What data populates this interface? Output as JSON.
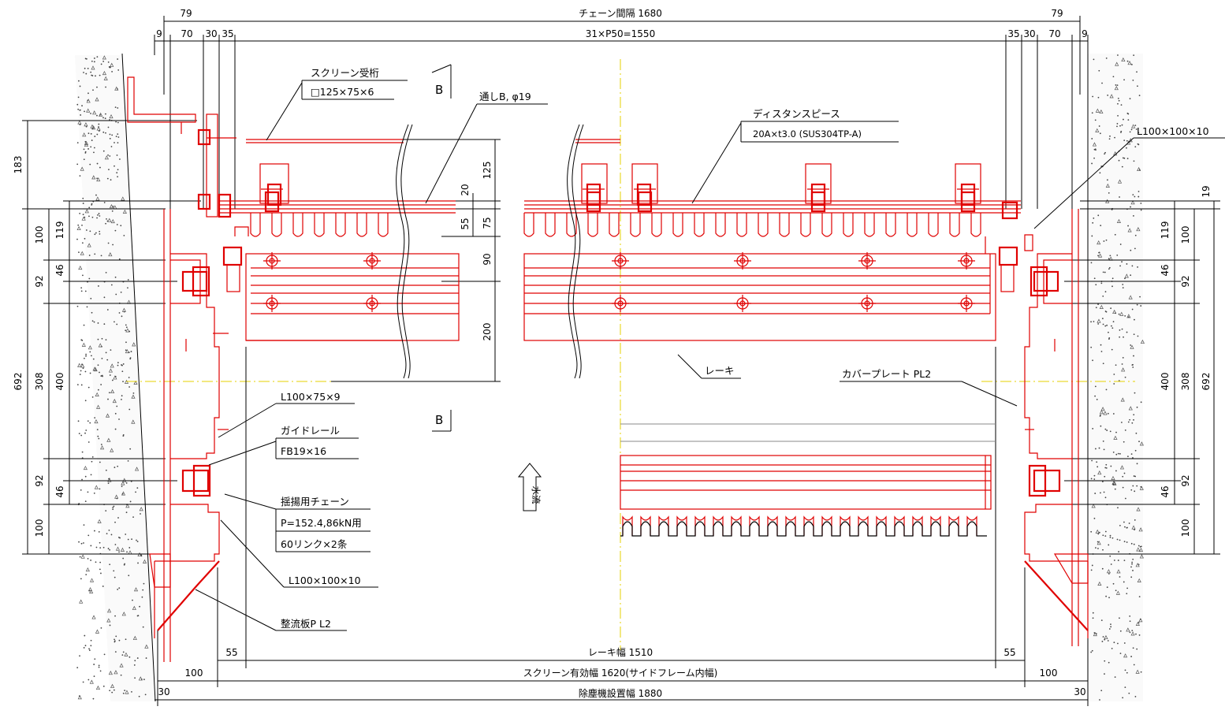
{
  "dimensions": {
    "chain_pitch": "チェーン間隔 1680",
    "pitch_total": "31×P50=1550",
    "top_79_left": "79",
    "top_79_right": "79",
    "top_9_left": "9",
    "top_70_left": "70",
    "top_30_left": "30",
    "top_35_left": "35",
    "top_35_right": "35",
    "top_30_right": "30",
    "top_70_right": "70",
    "top_9_right": "9",
    "rake_width": "レーキ幅 1510",
    "rake_55_left": "55",
    "rake_55_right": "55",
    "effective_width": "スクリーン有効幅 1620(サイドフレーム内幅)",
    "eff_100_left": "100",
    "eff_100_right": "100",
    "install_width": "除塵機設置幅 1880",
    "inst_30_left": "30",
    "inst_30_right": "30",
    "left_183": "183",
    "left_100a": "100",
    "left_119": "119",
    "left_46a": "46",
    "left_92a": "92",
    "left_692": "692",
    "left_308": "308",
    "left_400": "400",
    "left_92b": "92",
    "left_46b": "46",
    "left_100b": "100",
    "mid_125": "125",
    "mid_20": "20",
    "mid_75": "75",
    "mid_55": "55",
    "mid_90": "90",
    "mid_200": "200",
    "right_19": "19",
    "right_119": "119",
    "right_100a": "100",
    "right_46a": "46",
    "right_92a": "92",
    "right_400": "400",
    "right_308": "308",
    "right_692": "692",
    "right_92b": "92",
    "right_46b": "46",
    "right_100b": "100"
  },
  "labels": {
    "screen_girder": "スクリーン受桁",
    "screen_girder_spec": "□125×75×6",
    "section_b": "B",
    "section_b2": "B",
    "through_bolt": "通しB, φ19",
    "distance_piece": "ディスタンスピース",
    "distance_piece_spec": "20A×t3.0 (SUS304TP-A)",
    "angle_right": "L100×100×10",
    "rake": "レーキ",
    "cover_plate": "カバープレート PL2",
    "angle_l100x75": "L100×75×9",
    "guide_rail": "ガイドレール",
    "guide_rail_spec": "FB19×16",
    "lift_chain": "揺揚用チェーン",
    "lift_chain_spec1": "P=152.4,86kN用",
    "lift_chain_spec2": "60リンク×2条",
    "angle_left": "L100×100×10",
    "flow_plate": "整流板P L2",
    "water_flow": "水流"
  },
  "colors": {
    "steel": "#e00000",
    "centerline": "#e6d200",
    "dimension": "#000000"
  }
}
